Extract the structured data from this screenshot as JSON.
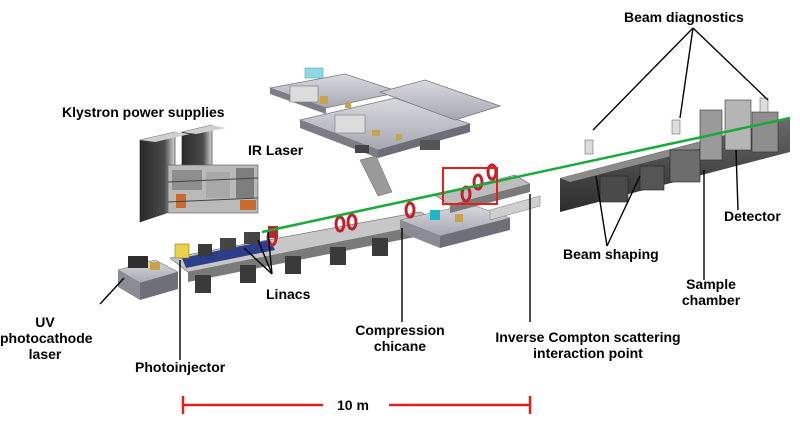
{
  "labels": {
    "beam_diagnostics": "Beam diagnostics",
    "klystron": "Klystron power supplies",
    "ir_laser": "IR Laser",
    "detector": "Detector",
    "beam_shaping": "Beam shaping",
    "sample_chamber_1": "Sample",
    "sample_chamber_2": "chamber",
    "linacs": "Linacs",
    "uv_1": "UV",
    "uv_2": "photocathode",
    "uv_3": "laser",
    "photoinjector": "Photoinjector",
    "compression_1": "Compression",
    "compression_2": "chicane",
    "ics_1": "Inverse Compton scattering",
    "ics_2": "interaction point"
  },
  "scale_bar": {
    "label": "10 m"
  },
  "colors": {
    "beam": "#1aaa3c",
    "scale_bar": "#e0201c",
    "interaction_box": "#e0201c",
    "laser_beam": "#c61a1a",
    "device_dark": "#3b3b3b",
    "device_mid": "#8a8a8a",
    "device_light": "#cfcfcf",
    "table_top": "#b9b9c4"
  },
  "icons": [
    "device-render",
    "magnet-ring",
    "pointer-line"
  ]
}
